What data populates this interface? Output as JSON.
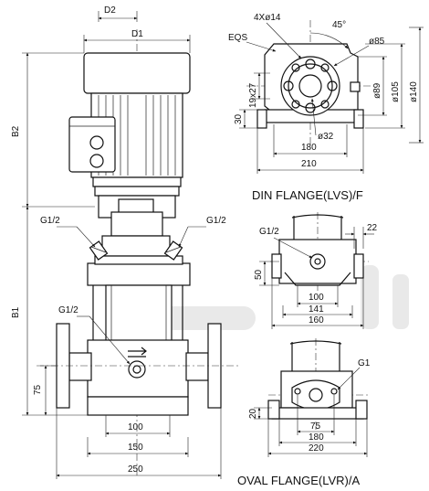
{
  "labels": {
    "d2": "D2",
    "d1": "D1",
    "b1": "B1",
    "b2": "B2",
    "g1_2_left": "G1/2",
    "g1_2_right": "G1/2",
    "g1_2_mid": "G1/2",
    "dim_75": "75",
    "dim_100": "100",
    "dim_150": "150",
    "dim_250": "250"
  },
  "din": {
    "title": "DIN FLANGE(LVS)/F",
    "holes": "4Xø14",
    "eqs": "EQS",
    "angle": "45°",
    "d85": "ø85",
    "d89": "ø89",
    "d105": "ø105",
    "d140": "ø140",
    "d32": "ø32",
    "dim_19x27": "19x27",
    "dim_30": "30",
    "dim_180": "180",
    "dim_210": "210"
  },
  "oval": {
    "title": "OVAL FLANGE(LVR)/A",
    "g1_2": "G1/2",
    "g1": "G1",
    "dim_22": "22",
    "dim_50": "50",
    "dim_100": "100",
    "dim_141": "141",
    "dim_160": "160",
    "dim_20": "20",
    "dim_75": "75",
    "dim_180": "180",
    "dim_220": "220"
  }
}
